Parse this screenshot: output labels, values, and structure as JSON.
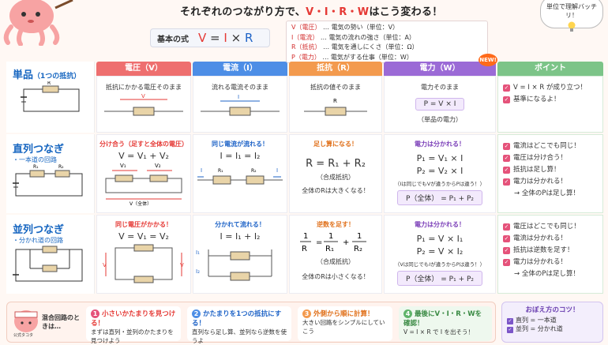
{
  "header": {
    "title_prefix": "それぞれのつながり方で、",
    "title_vars": "V・I・R・W",
    "title_suffix": "はこう変わる！",
    "bubble_text": "単位で理解バッチリ！"
  },
  "formula": {
    "label": "基本の式",
    "v": "V",
    "eq": "=",
    "i": "I",
    "x": "×",
    "r": "R"
  },
  "legend": [
    {
      "key": "V（電圧）",
      "desc": "… 電気の勢い（単位：V）"
    },
    {
      "key": "I（電流）",
      "desc": "… 電気の流れの強さ（単位：A）"
    },
    {
      "key": "R（抵抗）",
      "desc": "… 電気を通しにくさ（単位：Ω）"
    },
    {
      "key": "P（電力）",
      "desc": "… 電気がする仕事（単位：W）"
    }
  ],
  "columns": {
    "voltage": "電圧（V）",
    "current": "電流（I）",
    "resistance": "抵抗（R）",
    "power": "電力（W）",
    "point": "ポイント",
    "new_badge": "NEW!"
  },
  "rows": {
    "single": {
      "title": "単品",
      "sub": "（1つの抵抗）",
      "v_cap": "抵抗にかかる電圧そのまま",
      "i_cap": "流れる電流そのまま",
      "r_cap": "抵抗の値そのまま",
      "p_cap": "電力そのまま",
      "p_formula": "P = V × I",
      "p_note": "（単品の電力）",
      "points": [
        "V = I × R が成り立つ！",
        "基準になるよ！"
      ]
    },
    "series": {
      "title": "直列つなぎ",
      "sub": "・一本道の回路",
      "v_cap": "分け合う（足すと全体の電圧）",
      "v_eq": "V = V₁ + V₂",
      "v_total": "V（全体）",
      "i_cap": "同じ電流が流れる！",
      "i_eq": "I = I₁ = I₂",
      "r_cap": "足し算になる！",
      "r_eq": "R = R₁ + R₂",
      "r_note": "（合成抵抗）",
      "r_note2": "全体のRは大きくなる！",
      "p_cap": "電力は分かれる！",
      "p_eq1": "P₁ = V₁ × I",
      "p_eq2": "P₂ = V₂ × I",
      "p_note": "（Iは同じでもVが違うからPは違う！）",
      "p_total": "P（全体） = P₁ + P₂",
      "points": [
        "電流はどこでも同じ！",
        "電圧は分け合う！",
        "抵抗は足し算！",
        "電力は分かれる！",
        "→ 全体のPは足し算！"
      ]
    },
    "parallel": {
      "title": "並列つなぎ",
      "sub": "・分かれ道の回路",
      "v_cap": "同じ電圧がかかる！",
      "v_eq": "V = V₁ = V₂",
      "i_cap": "分かれて流れる！",
      "i_eq": "I = I₁ + I₂",
      "r_cap": "逆数を足す！",
      "r_note": "（合成抵抗）",
      "r_note2": "全体のRは小さくなる！",
      "p_cap": "電力は分かれる！",
      "p_eq1": "P₁ = V × I₁",
      "p_eq2": "P₂ = V × I₂",
      "p_note": "（Vは同じでもIが違うからPは違う！）",
      "p_total": "P（全体） = P₁ + P₂",
      "points": [
        "電圧はどこでも同じ！",
        "電流は分かれる！",
        "抵抗は逆数を足す！",
        "電力は分かれる！",
        "→ 全体のPは足し算！"
      ]
    }
  },
  "steps": {
    "intro": "混合回路のときは…",
    "mascot_label": "公式タコタ",
    "items": [
      {
        "n": "1",
        "title": "小さいかたまりを見つける！",
        "body": "まずは直列・並列のかたまりを見つけよう"
      },
      {
        "n": "2",
        "title": "かたまりを1つの抵抗にする！",
        "body": "直列なら足し算、並列なら逆数を使うよ"
      },
      {
        "n": "3",
        "title": "外側から順に計算！",
        "body": "大きい回路をシンプルにしていこう"
      },
      {
        "n": "4",
        "title": "最後にV・I・R・Wを確認！",
        "body": "V = I × R で I を出そう！"
      }
    ]
  },
  "tips": {
    "title": "おぼえ方のコツ！",
    "items": [
      "直列 = 一本道",
      "並列 = 分かれ道"
    ]
  },
  "colors": {
    "voltage": "#ee6f6f",
    "current": "#4d8ee6",
    "resistance": "#f39a4e",
    "power": "#9b6ad6",
    "point": "#7cc488"
  }
}
